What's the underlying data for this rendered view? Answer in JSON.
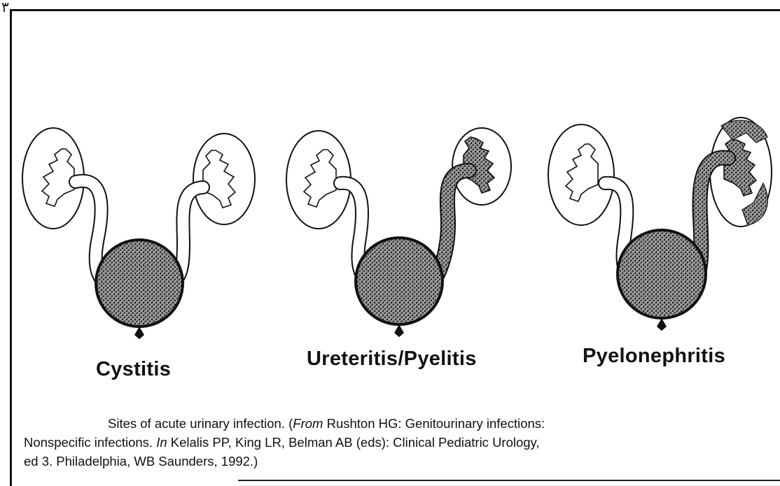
{
  "corner_mark": "٣",
  "diagrams": [
    {
      "label": "Cystitis"
    },
    {
      "label": "Ureteritis/Pyelitis"
    },
    {
      "label": "Pyelonephritis"
    }
  ],
  "caption": {
    "line1_a": "Sites of acute urinary infection. (",
    "line1_from": "From",
    "line1_b": " Rushton HG: Genitourinary infections:",
    "line2_a": "Nonspecific infections. ",
    "line2_in": "In",
    "line2_b": " Kelalis PP, King LR, Belman AB (eds): Clinical Pediatric Urology,",
    "line3": "ed 3. Philadelphia, WB Saunders, 1992.)"
  }
}
